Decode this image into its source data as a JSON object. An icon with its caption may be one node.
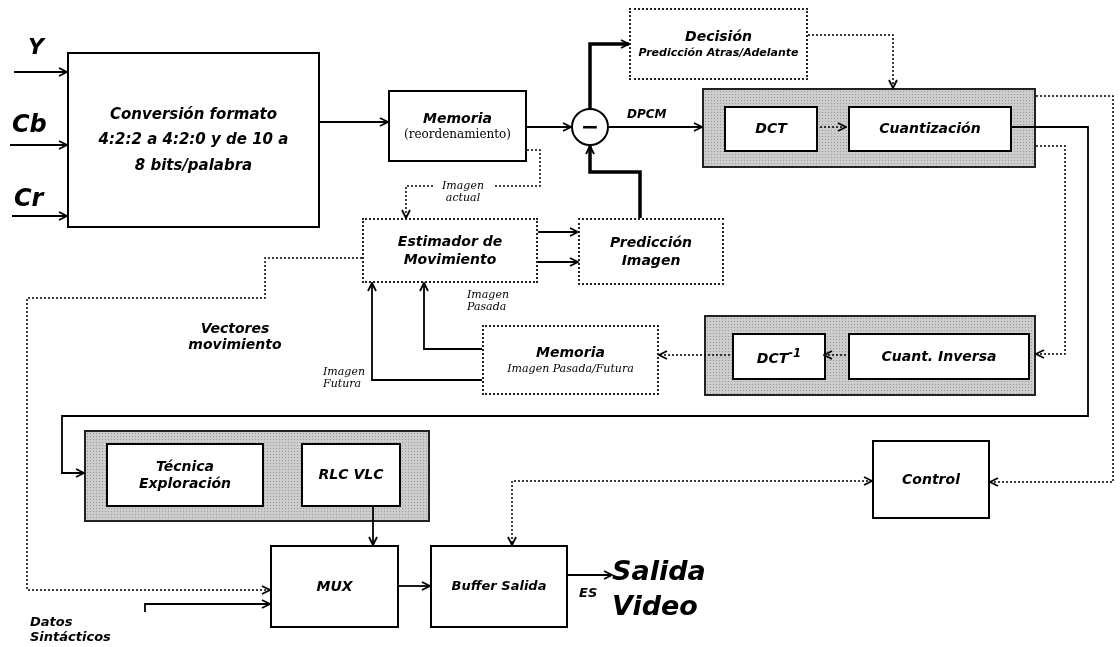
{
  "diagram": {
    "nodes": [
      {
        "text": [
          "Conversión formato 4:2:2 a 4:2:0 y de 10 a 8 bits/palabra"
        ]
      },
      {
        "text": [
          "Memoria",
          "(reordenamiento)"
        ]
      },
      {
        "text": [
          "−"
        ]
      },
      {
        "text": [
          "Decisión",
          "Predicción Atras/Adelante"
        ]
      },
      {
        "text": [],
        "shape": "box"
      },
      {
        "text": [
          "DCT"
        ],
        "in": 4
      },
      {
        "text": [
          "Cuantización"
        ],
        "in": 4
      },
      {
        "text": [
          "Estimador de Movimiento"
        ]
      },
      {
        "text": [
          "Predicción Imagen"
        ]
      },
      {
        "text": [
          "Memoria",
          "Imagen Pasada/Futura"
        ]
      },
      {
        "text": [],
        "shape": "box"
      },
      {
        "text": [
          "DCT$^{-1}$"
        ],
        "in": 10
      },
      {
        "text": [
          "Cuant. Inversa"
        ],
        "in": 10
      },
      {
        "text": [
          "Control"
        ]
      },
      {
        "text": [],
        "shape": "box"
      },
      {
        "text": [
          "Técnica Exploración"
        ],
        "in": 14
      },
      {
        "text": [
          "RLC VLC"
        ],
        "in": 14
      },
      {
        "text": [
          "MUX"
        ]
      },
      {
        "text": [
          "Buffer Salida"
        ]
      },
      {
        "text": [
          "Salida Video"
        ]
      },
      {
        "text": [
          "Datos Sintácticos"
        ]
      }
    ],
    "edges": [
      {
        "from": null,
        "to": 0,
        "arrow": "to"
      },
      {
        "from": null,
        "to": 0,
        "arrow": "to"
      },
      {
        "from": null,
        "to": 0,
        "arrow": "to"
      },
      {
        "from": 0,
        "to": 1,
        "arrow": "to"
      },
      {
        "from": 1,
        "to": 2,
        "arrow": "to"
      },
      {
        "from": 1,
        "to": 7,
        "arrow": "to",
        "label": "Imagen actual",
        "style": "dashed"
      },
      {
        "from": 2,
        "to": 3,
        "arrow": "to",
        "style": "thick"
      },
      {
        "from": 2,
        "to": 4,
        "arrow": "to",
        "label": "DPCM"
      },
      {
        "from": 8,
        "to": 2,
        "arrow": "to",
        "style": "thick"
      },
      {
        "from": 3,
        "to": 4,
        "arrow": "to",
        "style": "dashed"
      },
      {
        "from": 5,
        "to": 6,
        "arrow": "to",
        "style": "dashed"
      },
      {
        "from": 6,
        "to": 14,
        "arrow": "to"
      },
      {
        "from": 4,
        "to": 10,
        "arrow": "to",
        "style": "dashed"
      },
      {
        "from": 4,
        "to": 13,
        "arrow": "to",
        "style": "dashed"
      },
      {
        "from": 12,
        "to": 11,
        "arrow": "to",
        "style": "dashed"
      },
      {
        "from": 11,
        "to": 9,
        "arrow": "to",
        "style": "dashed"
      },
      {
        "from": 9,
        "to": 7,
        "arrow": "to",
        "label": "Imagen Pasada"
      },
      {
        "from": 9,
        "to": 7,
        "arrow": "to",
        "label": "Imagen Futura"
      },
      {
        "from": 7,
        "to": 8,
        "arrow": "to"
      },
      {
        "from": 7,
        "to": 8,
        "arrow": "to"
      },
      {
        "from": 7,
        "to": 17,
        "arrow": "to",
        "style": "dashed"
      },
      {
        "from": 20,
        "to": 17,
        "arrow": "to"
      },
      {
        "from": 16,
        "to": 17,
        "arrow": "to"
      },
      {
        "from": 17,
        "to": 18,
        "arrow": "to"
      },
      {
        "from": 18,
        "to": 19,
        "arrow": "to",
        "label": "ES"
      },
      {
        "from": 13,
        "to": 18,
        "arrow": "both",
        "style": "dashed"
      }
    ],
    "labels": [
      "Y",
      "Cb",
      "Cr",
      "Vectores movimiento"
    ]
  }
}
